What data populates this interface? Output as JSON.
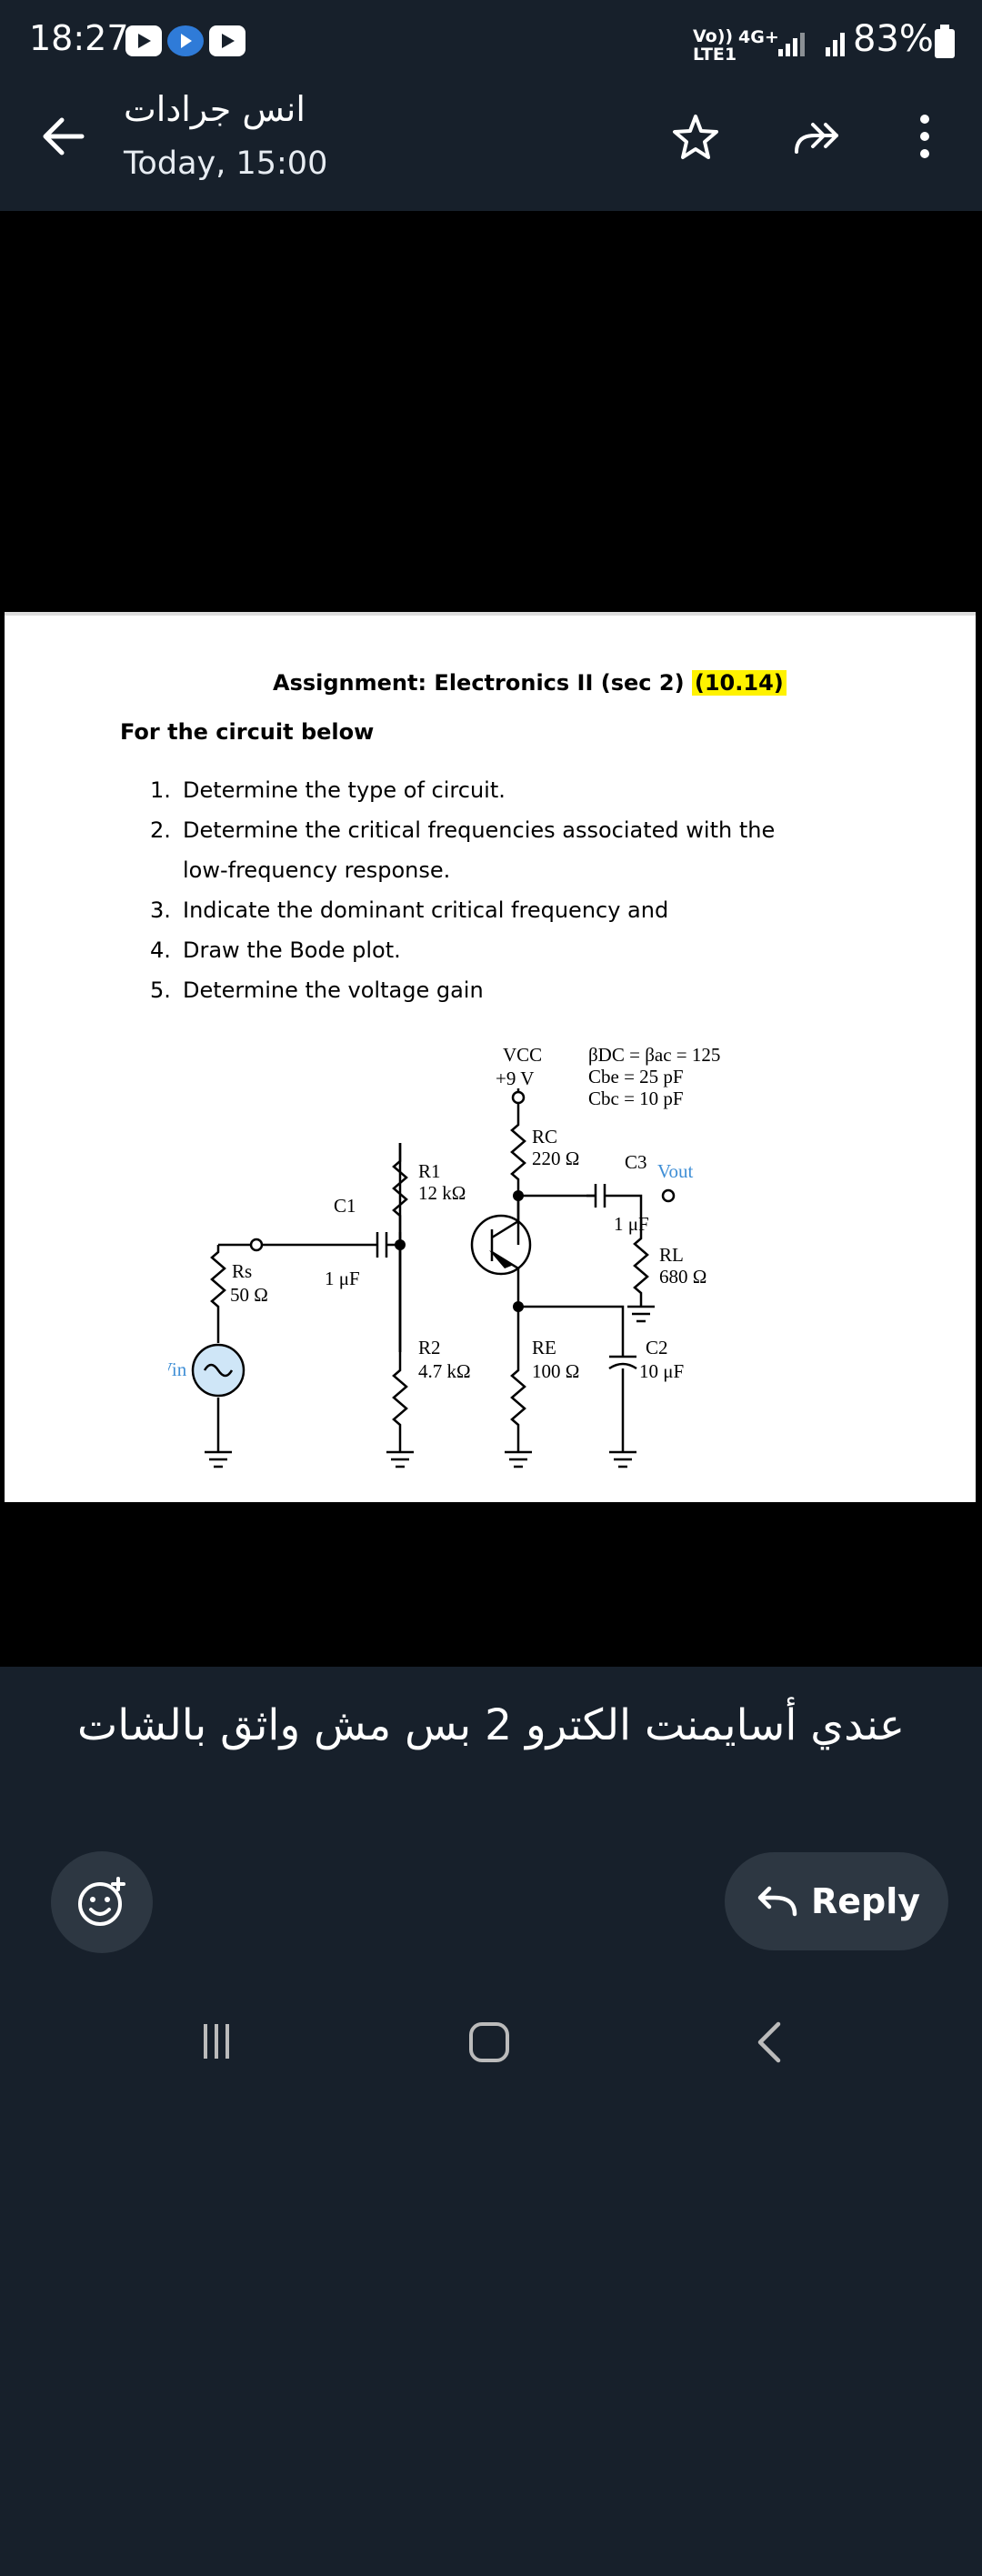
{
  "status_bar": {
    "time": "18:27",
    "network": "Vo)) LTE1",
    "network_type": "4G+",
    "battery": "83%"
  },
  "header": {
    "sender": "انس جرادات",
    "timestamp": "Today, 15:00"
  },
  "document": {
    "title": "Assignment: Electronics II (sec 2)",
    "title_code": "(10.14)",
    "intro": "For the circuit below",
    "questions": [
      "Determine the type of circuit.",
      "Determine the critical frequencies associated with the low-frequency response.",
      "Indicate the dominant critical frequency and",
      "Draw the Bode plot.",
      "Determine the voltage gain"
    ],
    "circuit": {
      "vcc": "VCC",
      "vcc_value": "+9 V",
      "beta": "βDC = βac = 125",
      "cbe": "Cbe = 25 pF",
      "cbc": "Cbc = 10 pF",
      "rc": "RC",
      "rc_value": "220 Ω",
      "r1": "R1",
      "r1_value": "12 kΩ",
      "c1": "C1",
      "c1_value": "1 μF",
      "c3": "C3",
      "c3_value": "1 μF",
      "vout": "Vout",
      "rl": "RL",
      "rl_value": "680 Ω",
      "rs": "Rs",
      "rs_value": "50 Ω",
      "vin": "Vin",
      "r2": "R2",
      "r2_value": "4.7 kΩ",
      "re": "RE",
      "re_value": "100 Ω",
      "c2": "C2",
      "c2_value": "10 μF"
    }
  },
  "message": {
    "text": "عندي أسايمنت الكترو 2 بس مش واثق بالشات"
  },
  "actions": {
    "reply_label": "Reply"
  }
}
